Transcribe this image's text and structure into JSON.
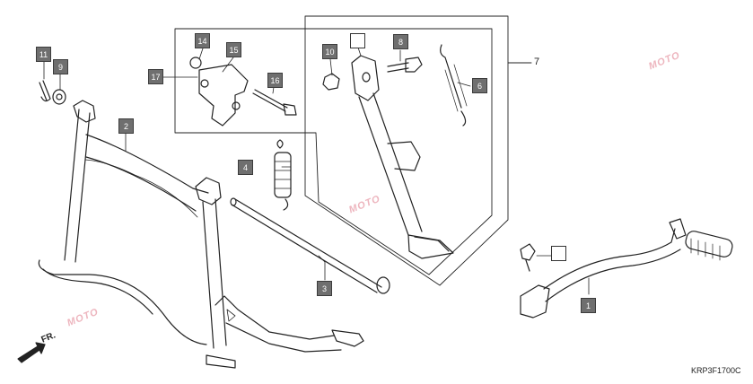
{
  "diagram": {
    "code": "KRP3F1700C",
    "direction_label": "FR.",
    "watermark_text": "MOTO",
    "assembly_label": "7",
    "callouts": {
      "c1": "1",
      "c2": "2",
      "c3": "3",
      "c4": "4",
      "c6": "6",
      "c8": "8",
      "c9": "9",
      "c10": "10",
      "c11": "11",
      "c14": "14",
      "c15": "15",
      "c16": "16",
      "c17": "17"
    },
    "colors": {
      "callout_fill": "#6f6f6f",
      "line": "#222222",
      "watermark": "#e07a8a"
    }
  }
}
